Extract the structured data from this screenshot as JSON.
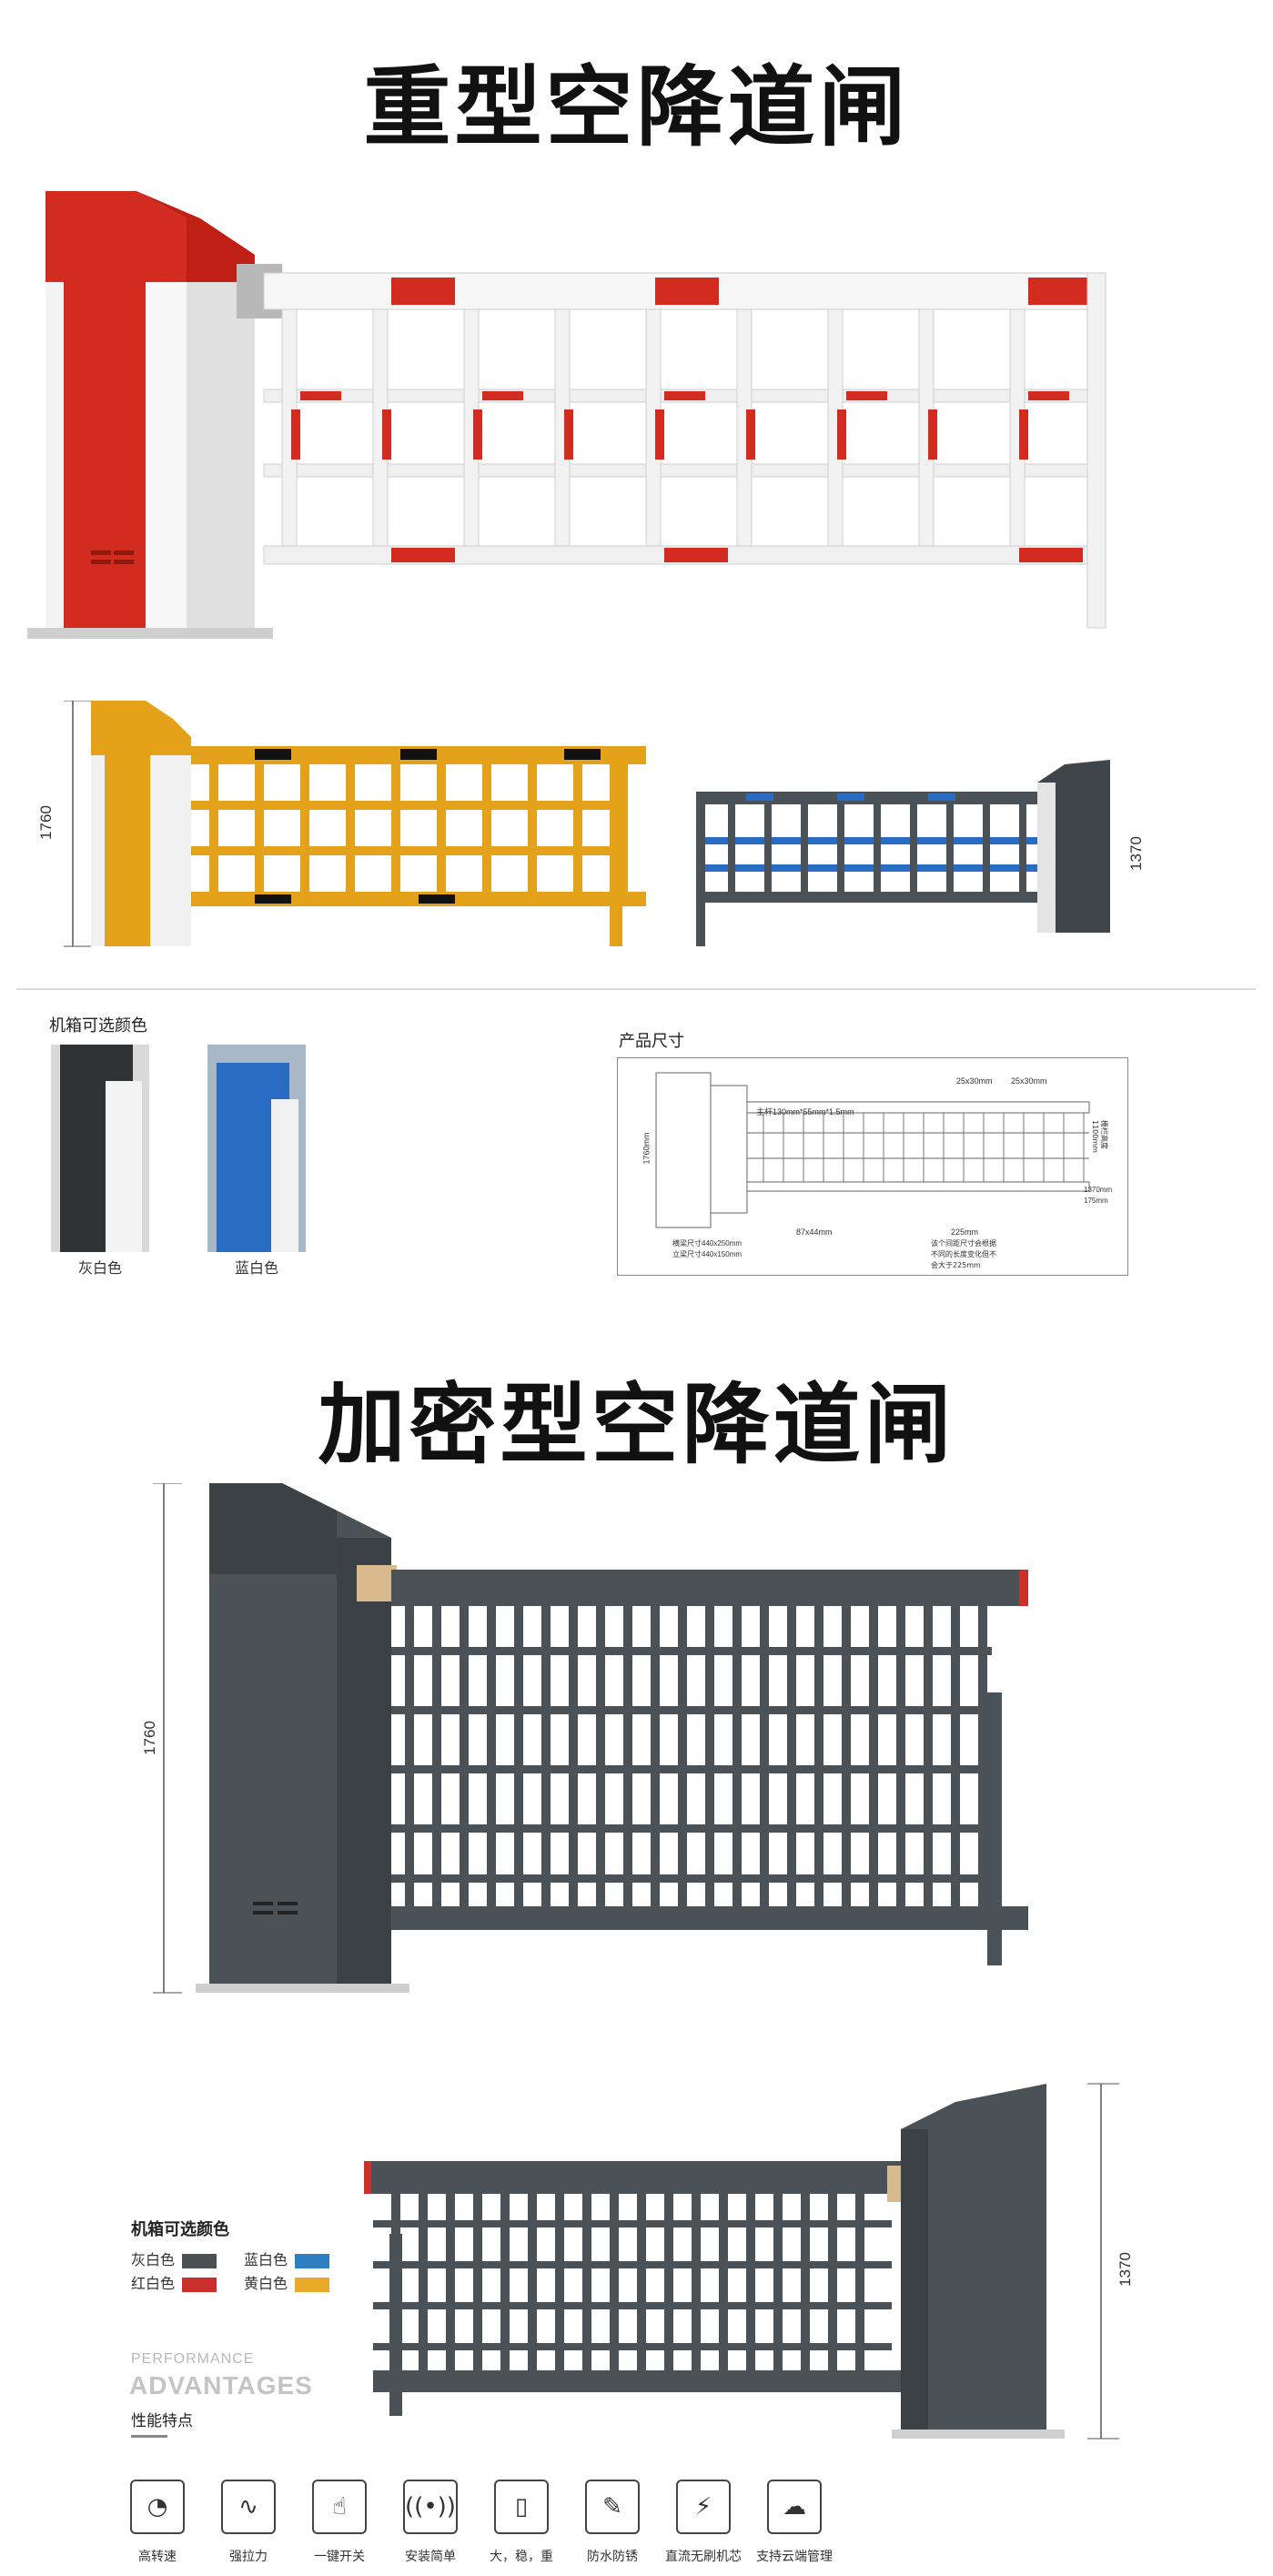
{
  "section1": {
    "title": "重型空降道闸",
    "dim_left": "1760",
    "dim_right": "1370",
    "color_options_title": "机箱可选颜色",
    "color_options": [
      {
        "label": "灰白色"
      },
      {
        "label": "蓝白色"
      }
    ],
    "size_title": "产品尺寸",
    "drawing_labels": {
      "main_bar": "主杆130mm*55mm*1.5mm",
      "top1": "25x30mm",
      "top2": "25x30mm",
      "height": "1760mm",
      "sub1": "横梁尺寸440x250mm",
      "sub2": "立梁尺寸440x150mm",
      "mid": "87x44mm",
      "bottom1": "225mm",
      "note1": "该个间距尺寸会根据",
      "note2": "不同的长度变化但不",
      "note3": "会大于225mm",
      "right1": "栅栏高度1100mm",
      "right2": "1370mm",
      "right3": "175mm"
    }
  },
  "section2": {
    "title": "加密型空降道闸",
    "dim_left": "1760",
    "dim_right": "1370",
    "color_options_title": "机箱可选颜色",
    "colors": [
      {
        "label": "灰白色",
        "color": "#4a5054"
      },
      {
        "label": "蓝白色",
        "color": "#2e7fbf"
      },
      {
        "label": "红白色",
        "color": "#c9302c"
      },
      {
        "label": "黄白色",
        "color": "#e8a928"
      }
    ],
    "performance_en1": "PERFORMANCE",
    "performance_en2": "ADVANTAGES",
    "performance_cn": "性能特点",
    "features": [
      {
        "label": "高转速",
        "icon": "speedometer-icon"
      },
      {
        "label": "强拉力",
        "icon": "spring-icon"
      },
      {
        "label": "一键开关",
        "icon": "hand-press-icon"
      },
      {
        "label": "安装简单",
        "icon": "signal-icon"
      },
      {
        "label": "大，稳，重",
        "icon": "door-icon"
      },
      {
        "label": "防水防锈",
        "icon": "rust-proof-icon"
      },
      {
        "label": "直流无刷机芯",
        "icon": "motor-icon"
      },
      {
        "label": "支持云端管理",
        "icon": "cloud-icon"
      }
    ]
  },
  "colors": {
    "red": "#d22b20",
    "yellow": "#e3a21a",
    "gray_box": "#4b5257",
    "blue": "#2a6cc4"
  }
}
